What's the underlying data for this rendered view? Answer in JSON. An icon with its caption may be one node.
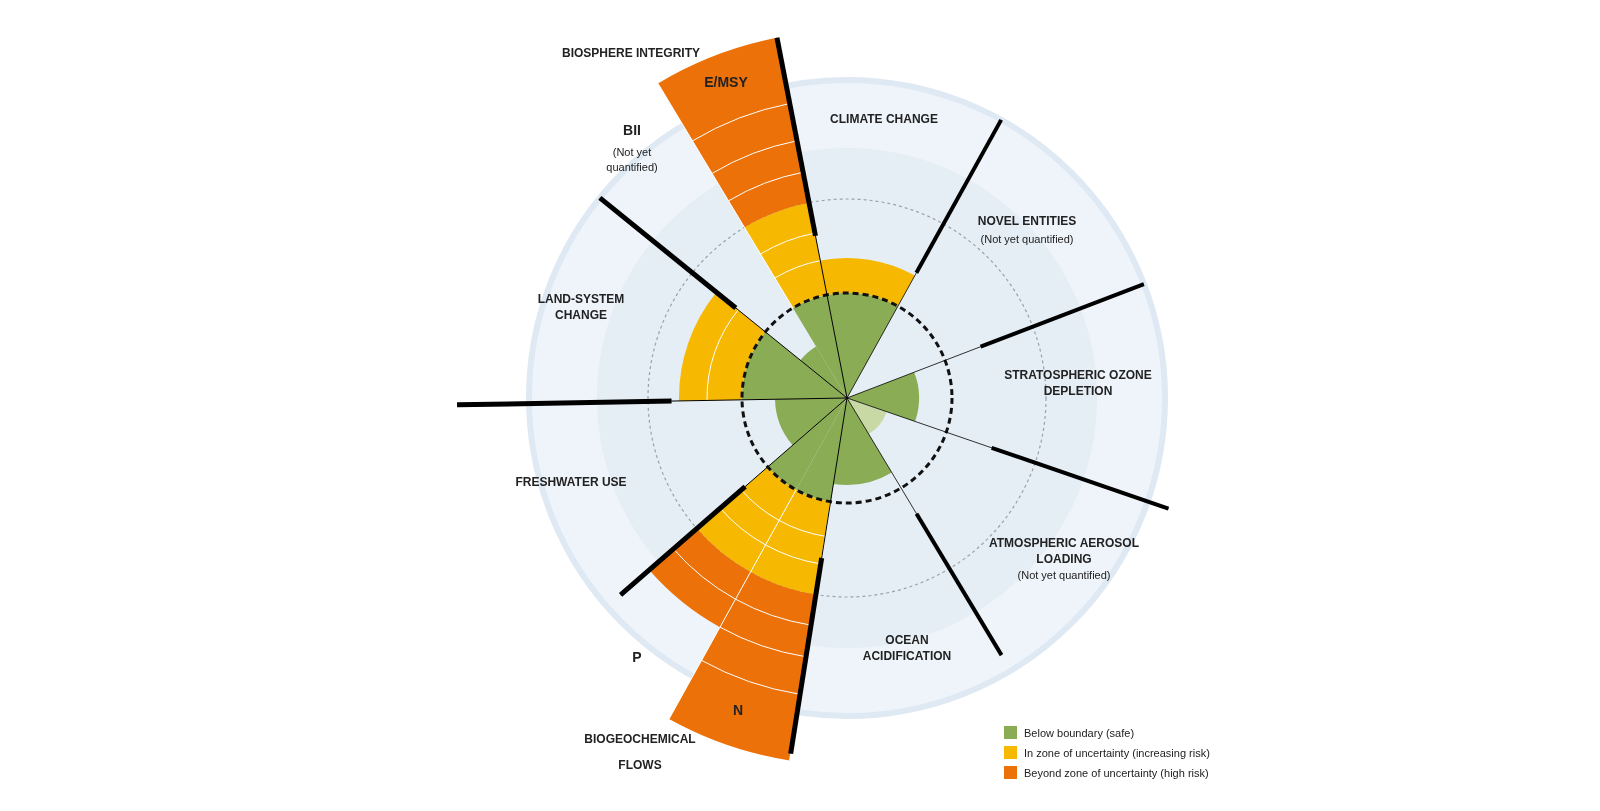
{
  "diagram": {
    "labels": [
      "BIOSPHERE INTEGRITY",
      "E/MSY",
      "BII",
      "(Not yet quantified)",
      "CLIMATE CHANGE",
      "NOVEL ENTITIES",
      "(Not yet quantified)",
      "LAND-SYSTEM CHANGE",
      "STRATOSPHERIC OZONE DEPLETION",
      "FRESHWATER USE",
      "ATMOSPHERIC AEROSOL LOADING",
      "(Not yet quantified)",
      "OCEAN ACIDIFICATION",
      "P",
      "N",
      "BIOGEOCHEMICAL FLOWS"
    ],
    "legend": [
      {
        "text": "Below boundary (safe)",
        "color": "#8aac55"
      },
      {
        "text": "In zone of uncertainty (increasing risk)",
        "color": "#f6b800"
      },
      {
        "text": "Beyond zone of uncertainty (high risk)",
        "color": "#ec7108"
      }
    ]
  }
}
